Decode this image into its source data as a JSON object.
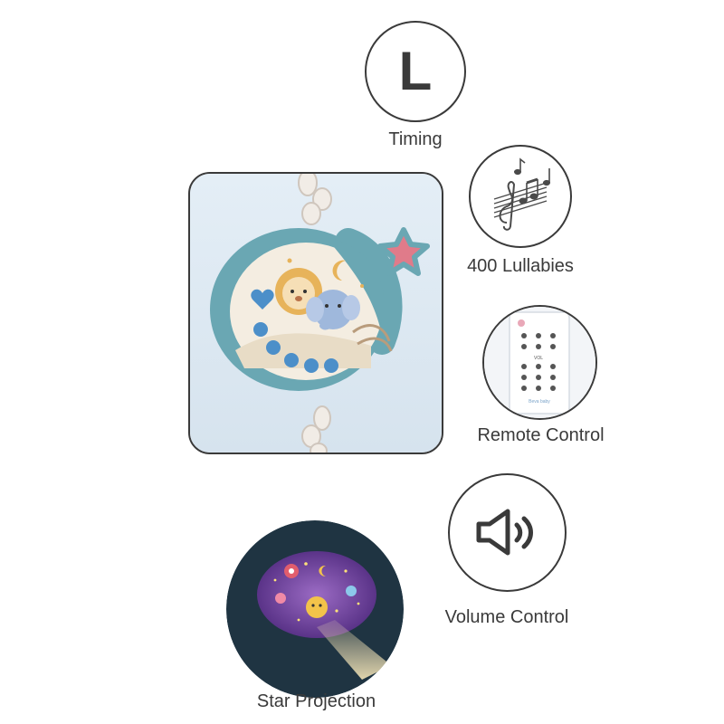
{
  "features": {
    "timing": {
      "label": "Timing",
      "icon": "clock-l-icon",
      "glyph": "L"
    },
    "lullabies": {
      "label": "400 Lullabies",
      "icon": "music-notes-icon"
    },
    "remote": {
      "label": "Remote Control",
      "icon": "remote-control-icon",
      "remote_text": "Beva baby",
      "vol_text": "VOL"
    },
    "volume": {
      "label": "Volume Control",
      "icon": "speaker-volume-icon"
    },
    "projection": {
      "label": "Star Projection",
      "icon": "star-projection-image"
    }
  },
  "product": {
    "icon": "music-box-device-image"
  },
  "colors": {
    "outline": "#3a3a3a",
    "device_teal": "#6aa7b3",
    "device_bg": "#dfeaf3",
    "projection_dark": "#1f3442",
    "projection_purple": "#6a3f9a"
  }
}
